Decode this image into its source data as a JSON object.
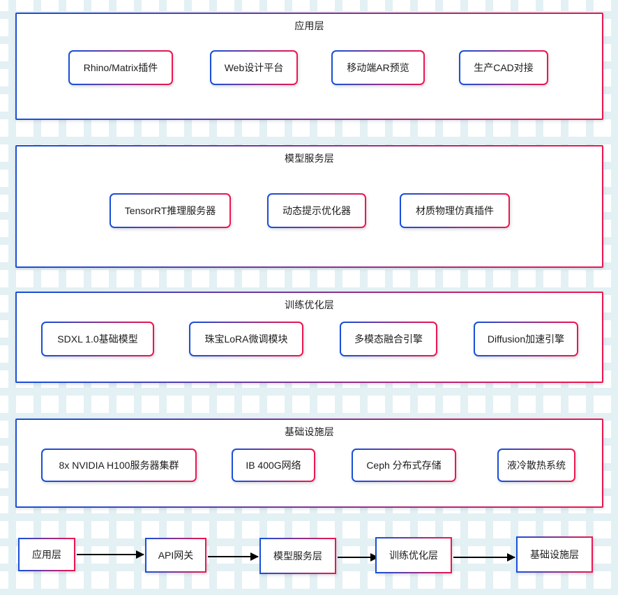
{
  "colors": {
    "border_start": "#1a4fd8",
    "border_end": "#ec1650",
    "arrow": "#000000",
    "grid_dot": "#e9f2f6",
    "background": "#ffffff",
    "text": "#1c1c1c"
  },
  "layers": [
    {
      "title": "应用层",
      "cards": [
        {
          "label": "Rhino/Matrix插件"
        },
        {
          "label": "Web设计平台"
        },
        {
          "label": "移动端AR预览"
        },
        {
          "label": "生产CAD对接"
        }
      ]
    },
    {
      "title": "模型服务层",
      "cards": [
        {
          "label": "TensorRT推理服务器"
        },
        {
          "label": "动态提示优化器"
        },
        {
          "label": "材质物理仿真插件"
        }
      ]
    },
    {
      "title": "训练优化层",
      "cards": [
        {
          "label": "SDXL 1.0基础模型"
        },
        {
          "label": "珠宝LoRA微调模块"
        },
        {
          "label": "多模态融合引擎"
        },
        {
          "label": "Diffusion加速引擎"
        }
      ]
    },
    {
      "title": "基础设施层",
      "cards": [
        {
          "label": "8x NVIDIA H100服务器集群"
        },
        {
          "label": "IB 400G网络"
        },
        {
          "label": "Ceph 分布式存储"
        },
        {
          "label": "液冷散热系统"
        }
      ]
    }
  ],
  "flow": {
    "nodes": [
      {
        "label": "应用层"
      },
      {
        "label": "API网关"
      },
      {
        "label": "模型服务层"
      },
      {
        "label": "训练优化层"
      },
      {
        "label": "基础设施层"
      }
    ],
    "arrow_count": 4
  }
}
